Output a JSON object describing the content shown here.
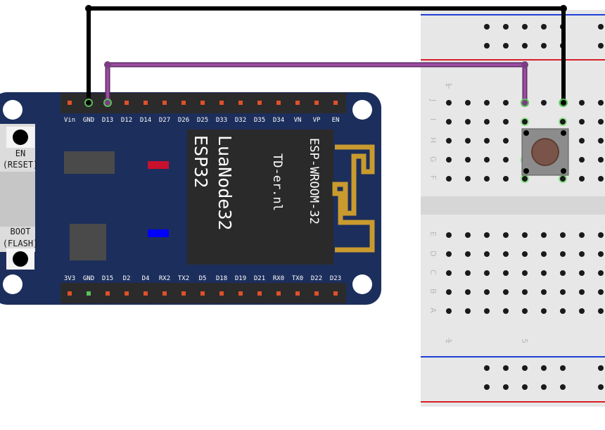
{
  "board": {
    "top_pins": [
      "Vin",
      "GND",
      "D13",
      "D12",
      "D14",
      "D27",
      "D26",
      "D25",
      "D33",
      "D32",
      "D35",
      "D34",
      "VN",
      "VP",
      "EN"
    ],
    "bottom_pins": [
      "3V3",
      "GND",
      "D15",
      "D2",
      "D4",
      "RX2",
      "TX2",
      "D5",
      "D18",
      "D19",
      "D21",
      "RX0",
      "TX0",
      "D22",
      "D23"
    ],
    "module_title": "LuaNode32",
    "module_chip": "ESP32",
    "module_maker": "TD-er.nl",
    "module_part": "ESP-WROOM-32",
    "button_en_line1": "EN",
    "button_en_line2": "(RESET)",
    "button_boot_line1": "BOOT",
    "button_boot_line2": "(FLASH)",
    "board_color": "#1c2e5c",
    "led_red": "#c8102e",
    "led_blue": "#0000ff"
  },
  "breadboard": {
    "row_labels": [
      "J",
      "I",
      "H",
      "G",
      "F",
      "E",
      "D",
      "C",
      "B",
      "A"
    ],
    "column_labels": [
      "1",
      "5"
    ],
    "rail_red": "#d71f26",
    "rail_blue": "#1f3fd7"
  },
  "wires": [
    {
      "name": "gnd-wire",
      "color": "#000000",
      "from": "GND",
      "to": "pushbutton"
    },
    {
      "name": "d13-wire",
      "color": "#9a4ca0",
      "from": "D13",
      "to": "pushbutton"
    }
  ]
}
